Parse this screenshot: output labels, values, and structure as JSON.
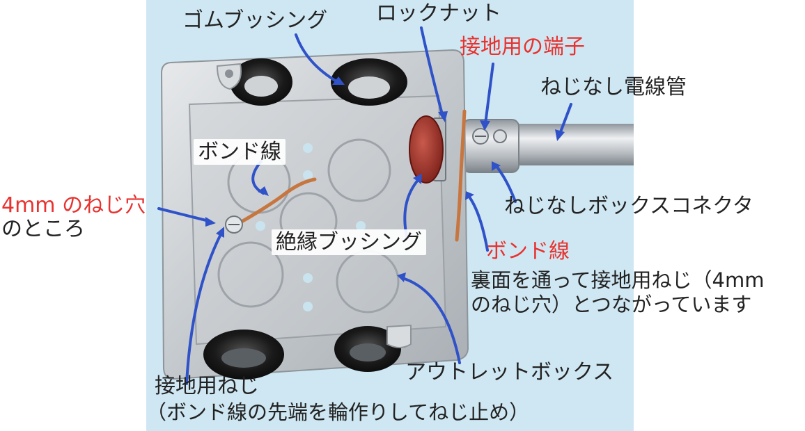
{
  "colors": {
    "photo_background": "#cfe7f2",
    "arrow": "#2f52c8",
    "highlight_text": "#e8322f",
    "body_text": "#222222"
  },
  "labels": {
    "rubber_bushing": "ゴムブッシング",
    "lock_nut": "ロックナット",
    "ground_terminal": "接地用の端子",
    "threadless_conduit": "ねじなし電線管",
    "bond_wire_top": "ボンド線",
    "screw_hole_red": "4mm のねじ穴",
    "screw_hole_black": "のところ",
    "threadless_box_connector": "ねじなしボックスコネクタ",
    "insulating_bushing": "絶縁ブッシング",
    "bond_wire_red": "ボンド線",
    "bond_wire_note_line1": "裏面を通って接地用ねじ（4mm",
    "bond_wire_note_line2": "のねじ穴）とつながっています",
    "outlet_box": "アウトレットボックス",
    "ground_screw": "接地用ねじ",
    "ground_screw_note": "（ボンド線の先端を輪作りしてねじ止め）"
  }
}
